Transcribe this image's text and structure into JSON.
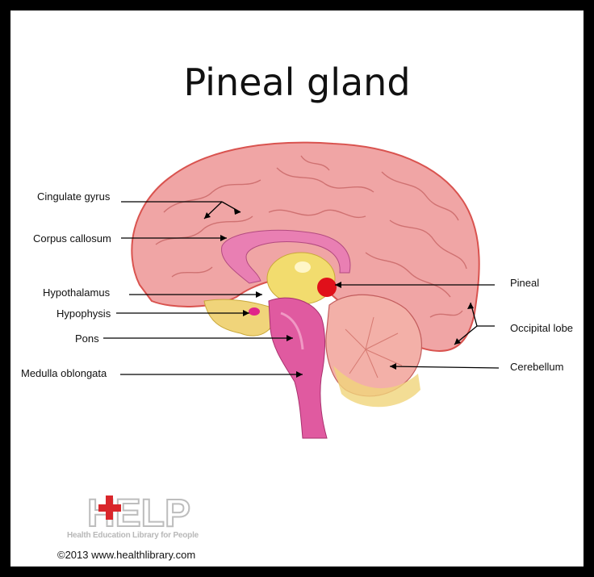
{
  "title": "Pineal gland",
  "labels": {
    "cingulate_gyrus": "Cingulate gyrus",
    "corpus_callosum": "Corpus callosum",
    "hypothalamus": "Hypothalamus",
    "hypophysis": "Hypophysis",
    "pons": "Pons",
    "medulla_oblongata": "Medulla oblongata",
    "pineal": "Pineal",
    "occipital_lobe": "Occipital lobe",
    "cerebellum": "Cerebellum"
  },
  "logo": {
    "mark": "HELP",
    "tagline": "Health Education Library for People"
  },
  "copyright": "©2013 www.healthlibrary.com",
  "colors": {
    "border": "#000000",
    "cortex": "#f0a5a5",
    "cortex_outline": "#d9534f",
    "corpus": "#e97fb3",
    "brainstem": "#e05aa0",
    "pineal": "#e0101a",
    "thalamus": "#f2dc6e",
    "cerebellum": "#f3b0a8",
    "logo_cross": "#d9262b",
    "logo_gray": "#bdbdbd"
  }
}
